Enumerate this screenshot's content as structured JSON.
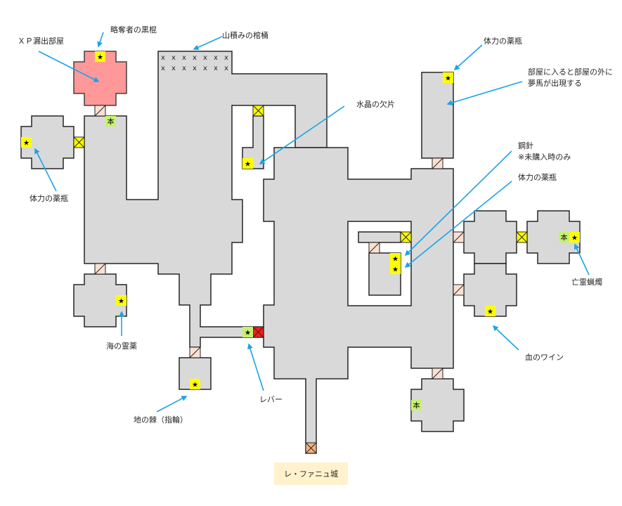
{
  "map": {
    "title": "レ・ファニュ城",
    "labels": {
      "xp_room": "ＸＰ漏出部屋",
      "looter_club": "略奪者の黒棍",
      "crates": "山積みの棺桶",
      "crystal": "水晶の欠片",
      "vitality_top": "体力の薬瓶",
      "nightmare_line1": "部屋に入ると部屋の外に",
      "nightmare_line2": "夢馬が出現する",
      "needle_line1": "鋼針",
      "needle_line2": "※未購入時のみ",
      "vitality_right": "体力の薬瓶",
      "vitality_left": "体力の薬瓶",
      "sea_elixir": "海の霊薬",
      "earth_thorn": "地の棘（指輪）",
      "lever": "レバー",
      "blood_wine": "血のワイン",
      "ghost_candle": "亡霊蝋燭"
    },
    "glyphs": {
      "star": "★",
      "book": "本",
      "crate": "x"
    },
    "colors": {
      "floor": "#d9d9d9",
      "xp_room": "#ff9999",
      "door": "#fbe0d2",
      "locked_gate": "#ffff00",
      "lever_gate": "#ff1a1a",
      "entrance": "#f4b183",
      "item_marker": "#ffff00",
      "book_marker": "#c6f26c",
      "arrow": "#1aa3e8",
      "title_bg": "#fff2cc"
    }
  }
}
